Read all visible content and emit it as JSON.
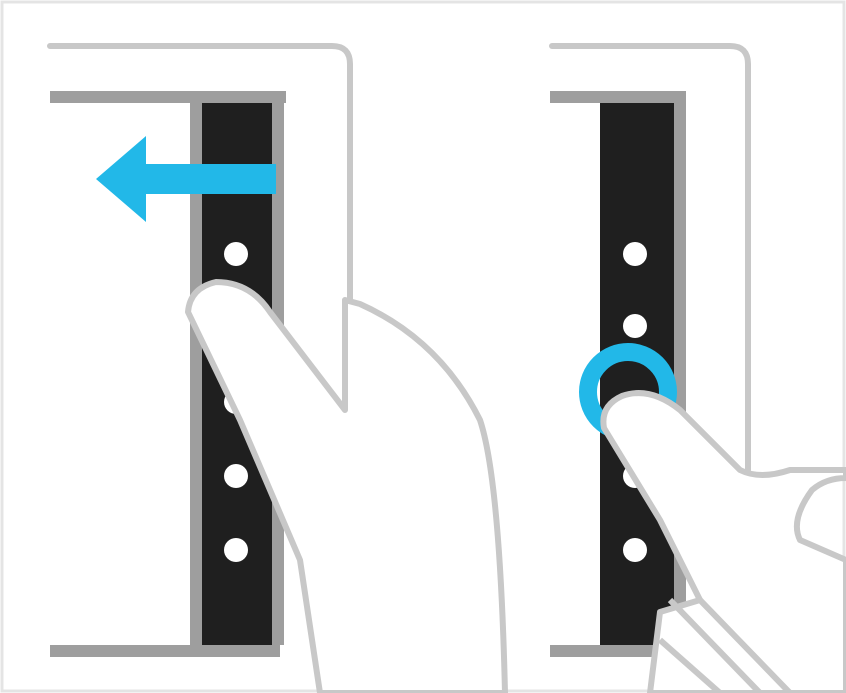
{
  "panels": [
    {
      "name": "swipe-left-panel",
      "gesture": "swipe-left",
      "icons": [
        "hand-pointer-icon",
        "arrow-left-icon",
        "tablet-icon"
      ]
    },
    {
      "name": "tap-hold-panel",
      "gesture": "tap-and-hold",
      "icons": [
        "hand-pointer-icon",
        "touch-ring-icon",
        "tablet-icon"
      ]
    }
  ],
  "colors": {
    "accent": "#22b8e8",
    "panel": "#1f1f1f",
    "frame": "#9e9e9e",
    "outline": "#c8c8c8",
    "dots": "#ffffff",
    "background": "#ffffff"
  }
}
